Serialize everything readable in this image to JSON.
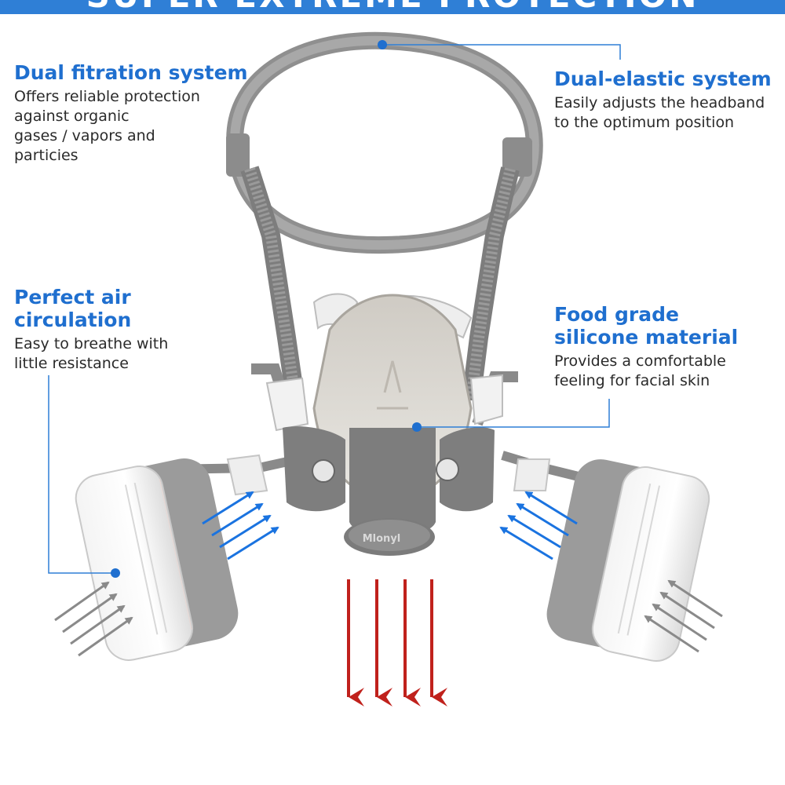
{
  "banner": {
    "text": "SUPER EXTREME PROTECTION"
  },
  "product": {
    "brand": "Mlonyl"
  },
  "callouts": {
    "dual_filtration": {
      "title": "Dual fitration system",
      "desc_lines": [
        "Offers reliable protection",
        "against organic",
        "gases / vapors and",
        "particies"
      ]
    },
    "dual_elastic": {
      "title": "Dual-elastic system",
      "desc_lines": [
        "Easily adjusts the headband",
        "to the optimum position"
      ]
    },
    "air_circulation": {
      "title_lines": [
        "Perfect air",
        "circulation"
      ],
      "desc_lines": [
        "Easy to breathe with",
        "little resistance"
      ]
    },
    "silicone": {
      "title_lines": [
        "Food grade",
        "silicone material"
      ],
      "desc_lines": [
        "Provides a comfortable",
        "feeling for facial skin"
      ]
    }
  },
  "colors": {
    "accent_blue": "#1f6fcf",
    "banner_blue": "#2f7fd6",
    "arrow_blue": "#1a73e0",
    "arrow_red": "#c0211c",
    "arrow_gray": "#8a8a8a",
    "mask_gray": "#8e8e8e",
    "filter_red": "#7a2a22"
  }
}
